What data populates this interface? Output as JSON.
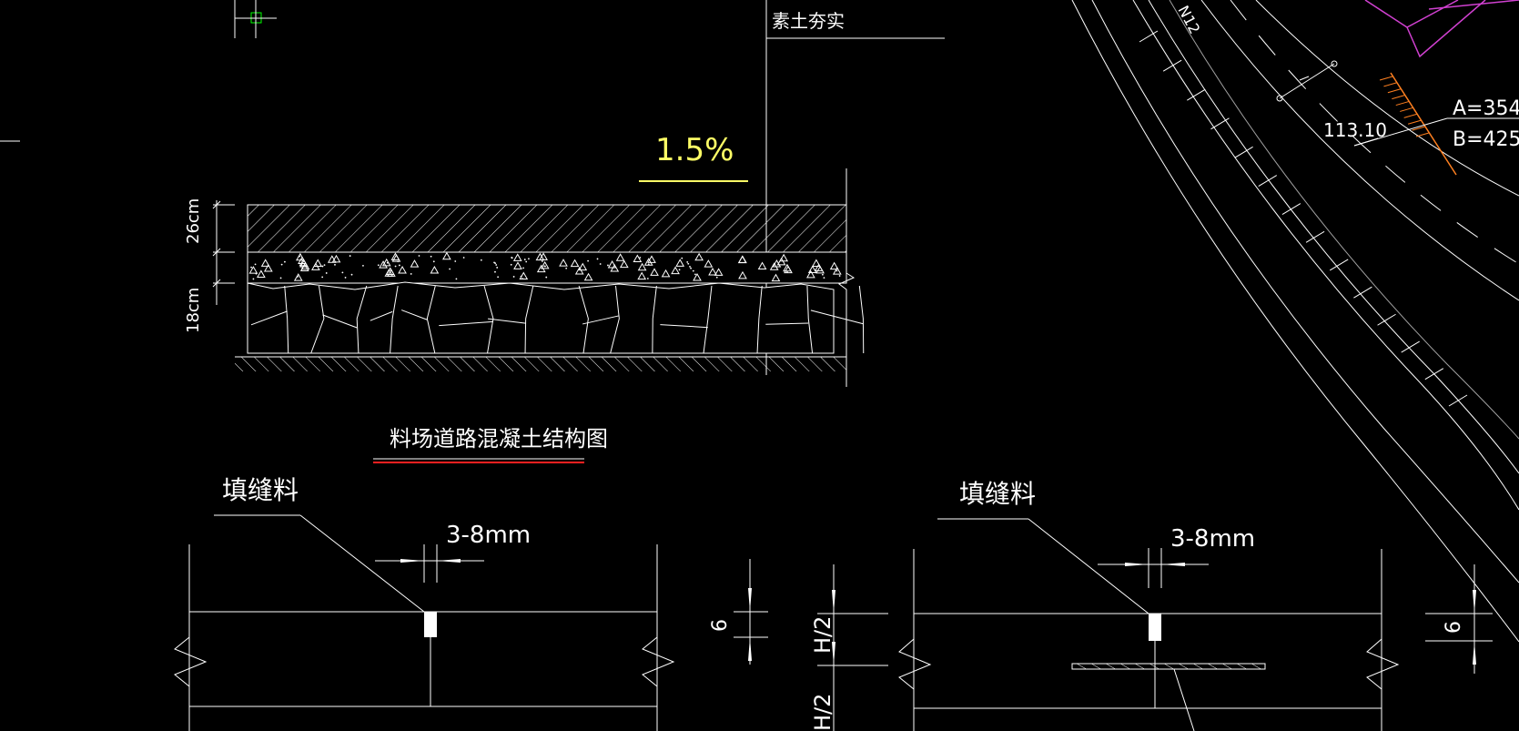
{
  "labels": {
    "top_note": "素土夯实",
    "slope": "1.5%",
    "dim_top": "26cm",
    "dim_bottom": "18cm",
    "drawing_title": "料场道路混凝土结构图",
    "fill_material_left": "填缝料",
    "fill_material_right": "填缝料",
    "gap_left": "3-8mm",
    "gap_right": "3-8mm",
    "depth_left": "6",
    "depth_right": "6",
    "half_h_top": "H/2",
    "half_h_bottom": "H/2",
    "station": "113.10",
    "param_a": "A=354",
    "param_b": "B=425",
    "road_marker": "N12"
  },
  "colors": {
    "background": "#000000",
    "line": "#ffffff",
    "slope_text": "#ffff66",
    "title_underline": "#ff2020",
    "ucs_marker": "#00ff00",
    "magenta": "#d040d0",
    "orange": "#ff8020",
    "gray_line": "#a0a0a0"
  }
}
